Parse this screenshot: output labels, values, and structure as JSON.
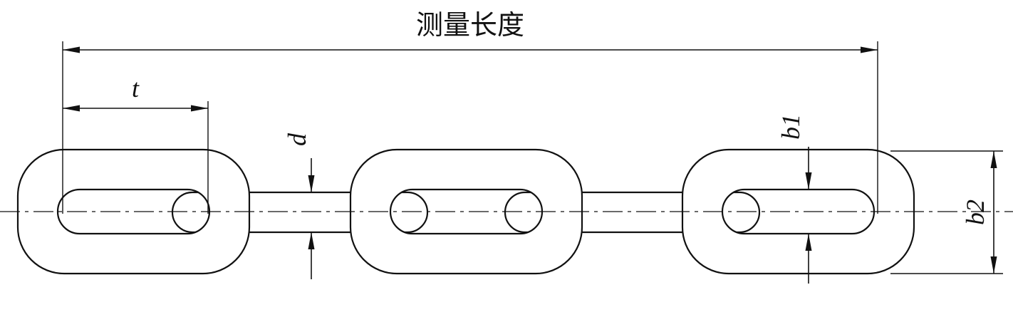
{
  "drawing": {
    "type": "chain link technical drawing",
    "labels": {
      "overall_length": "测量长度",
      "pitch": "t",
      "wire_diameter": "d",
      "inner_width": "b1",
      "outer_width": "b2"
    },
    "colors": {
      "line": "#111111",
      "background": "#ffffff"
    }
  }
}
